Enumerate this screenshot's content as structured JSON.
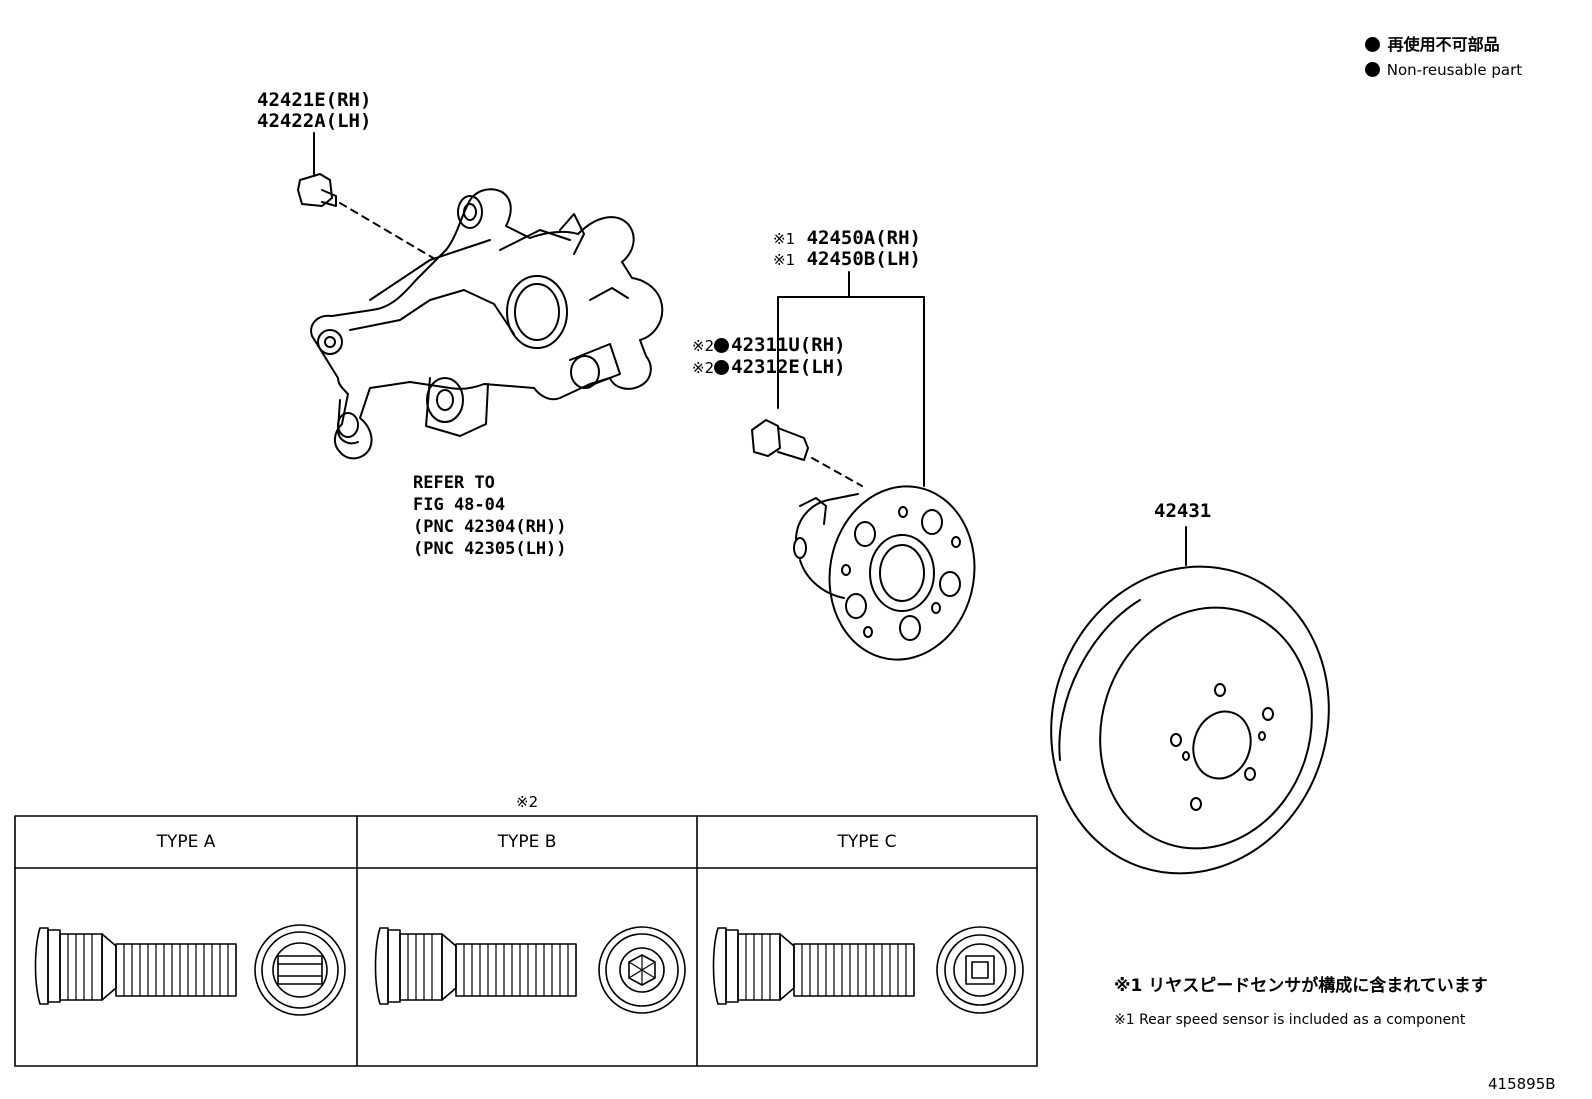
{
  "legend": {
    "symbol": "●",
    "jp": "再使用不可部品",
    "en": "Non-reusable part"
  },
  "parts": {
    "knuckle_bolt_rh": "42421E(RH)",
    "knuckle_bolt_lh": "42422A(LH)",
    "refer_line1": "REFER TO",
    "refer_line2": "FIG 48-04",
    "refer_line3": "(PNC 42304(RH))",
    "refer_line4": "(PNC 42305(LH))",
    "hub_mark": "※1",
    "hub_rh": "42450A(RH)",
    "hub_lh": "42450B(LH)",
    "bolt_mark": "※2",
    "bolt_rh": "42311U(RH)",
    "bolt_lh": "42312E(LH)",
    "disc": "42431"
  },
  "types_table": {
    "mark": "※2",
    "headers": [
      "TYPE A",
      "TYPE B",
      "TYPE C"
    ]
  },
  "notes": {
    "jp": "※1 リヤスピードセンサが構成に含まれています",
    "en": "※1 Rear speed sensor is included as a component"
  },
  "figure_id": "415895B"
}
